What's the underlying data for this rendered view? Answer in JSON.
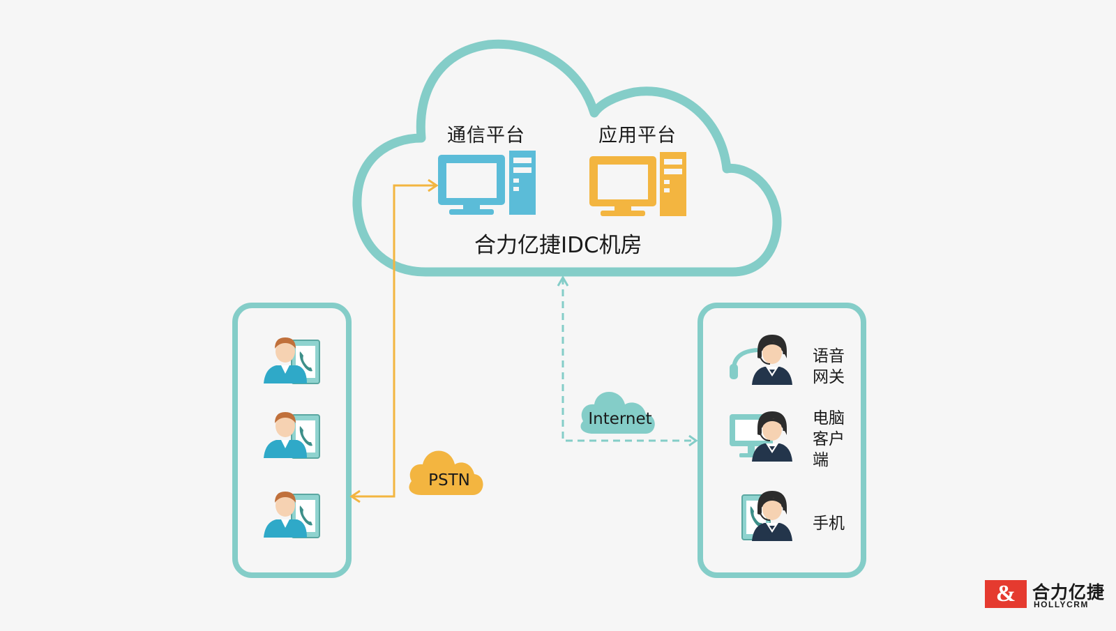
{
  "cloud": {
    "comm_platform": "通信平台",
    "app_platform": "应用平台",
    "idc": "合力亿捷IDC机房"
  },
  "networks": {
    "pstn": "PSTN",
    "internet": "Internet"
  },
  "agents": {
    "voice_gateway": "语音\n网关",
    "pc_client": "电脑\n客户\n端",
    "mobile": "手机"
  },
  "logo": {
    "cn": "合力亿捷",
    "en": "HOLLYCRM",
    "mark": "&"
  },
  "colors": {
    "teal": "#84cdc8",
    "blue": "#5bbcd8",
    "orange": "#f3b540",
    "brand_red": "#e53a2f",
    "navy": "#23354b"
  }
}
